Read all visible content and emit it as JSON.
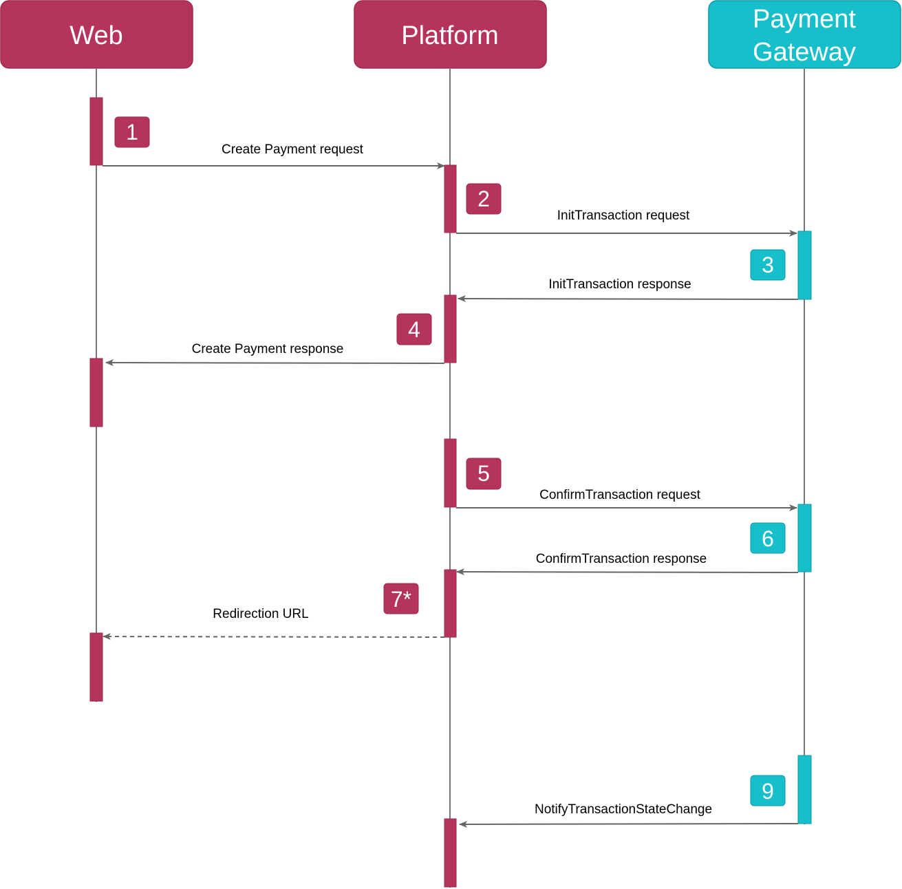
{
  "colors": {
    "primary": "#b5345c",
    "primary_border": "#9c2a4d",
    "gateway": "#17bfca",
    "gateway_border": "#0e9aa4",
    "lifeline": "#777777",
    "arrow": "#666666",
    "text": "#000000",
    "label_on_color": "#ffffff"
  },
  "actors": [
    {
      "id": "web",
      "label": "Web",
      "color": "primary"
    },
    {
      "id": "platform",
      "label": "Platform",
      "color": "primary"
    },
    {
      "id": "gateway",
      "label_lines": [
        "Payment",
        "Gateway"
      ],
      "color": "gateway"
    }
  ],
  "messages": [
    {
      "id": "create-payment-request",
      "label": "Create Payment request",
      "from": "web",
      "to": "platform",
      "style": "solid"
    },
    {
      "id": "init-transaction-request",
      "label": "InitTransaction request",
      "from": "platform",
      "to": "gateway",
      "style": "solid"
    },
    {
      "id": "init-transaction-response",
      "label": "InitTransaction response",
      "from": "gateway",
      "to": "platform",
      "style": "solid"
    },
    {
      "id": "create-payment-response",
      "label": "Create Payment response",
      "from": "platform",
      "to": "web",
      "style": "solid"
    },
    {
      "id": "confirm-transaction-request",
      "label": "ConfirmTransaction request",
      "from": "platform",
      "to": "gateway",
      "style": "solid"
    },
    {
      "id": "confirm-transaction-response",
      "label": "ConfirmTransaction response",
      "from": "gateway",
      "to": "platform",
      "style": "solid"
    },
    {
      "id": "redirection-url",
      "label": "Redirection URL",
      "from": "platform",
      "to": "web",
      "style": "dashed"
    },
    {
      "id": "notify-transaction-state-change",
      "label": "NotifyTransactionStateChange",
      "from": "gateway",
      "to": "platform",
      "style": "solid"
    }
  ],
  "steps": [
    {
      "label": "1",
      "color": "primary"
    },
    {
      "label": "2",
      "color": "primary"
    },
    {
      "label": "3",
      "color": "gateway"
    },
    {
      "label": "4",
      "color": "primary"
    },
    {
      "label": "5",
      "color": "primary"
    },
    {
      "label": "6",
      "color": "gateway"
    },
    {
      "label": "7*",
      "color": "primary"
    },
    {
      "label": "9",
      "color": "gateway"
    }
  ]
}
